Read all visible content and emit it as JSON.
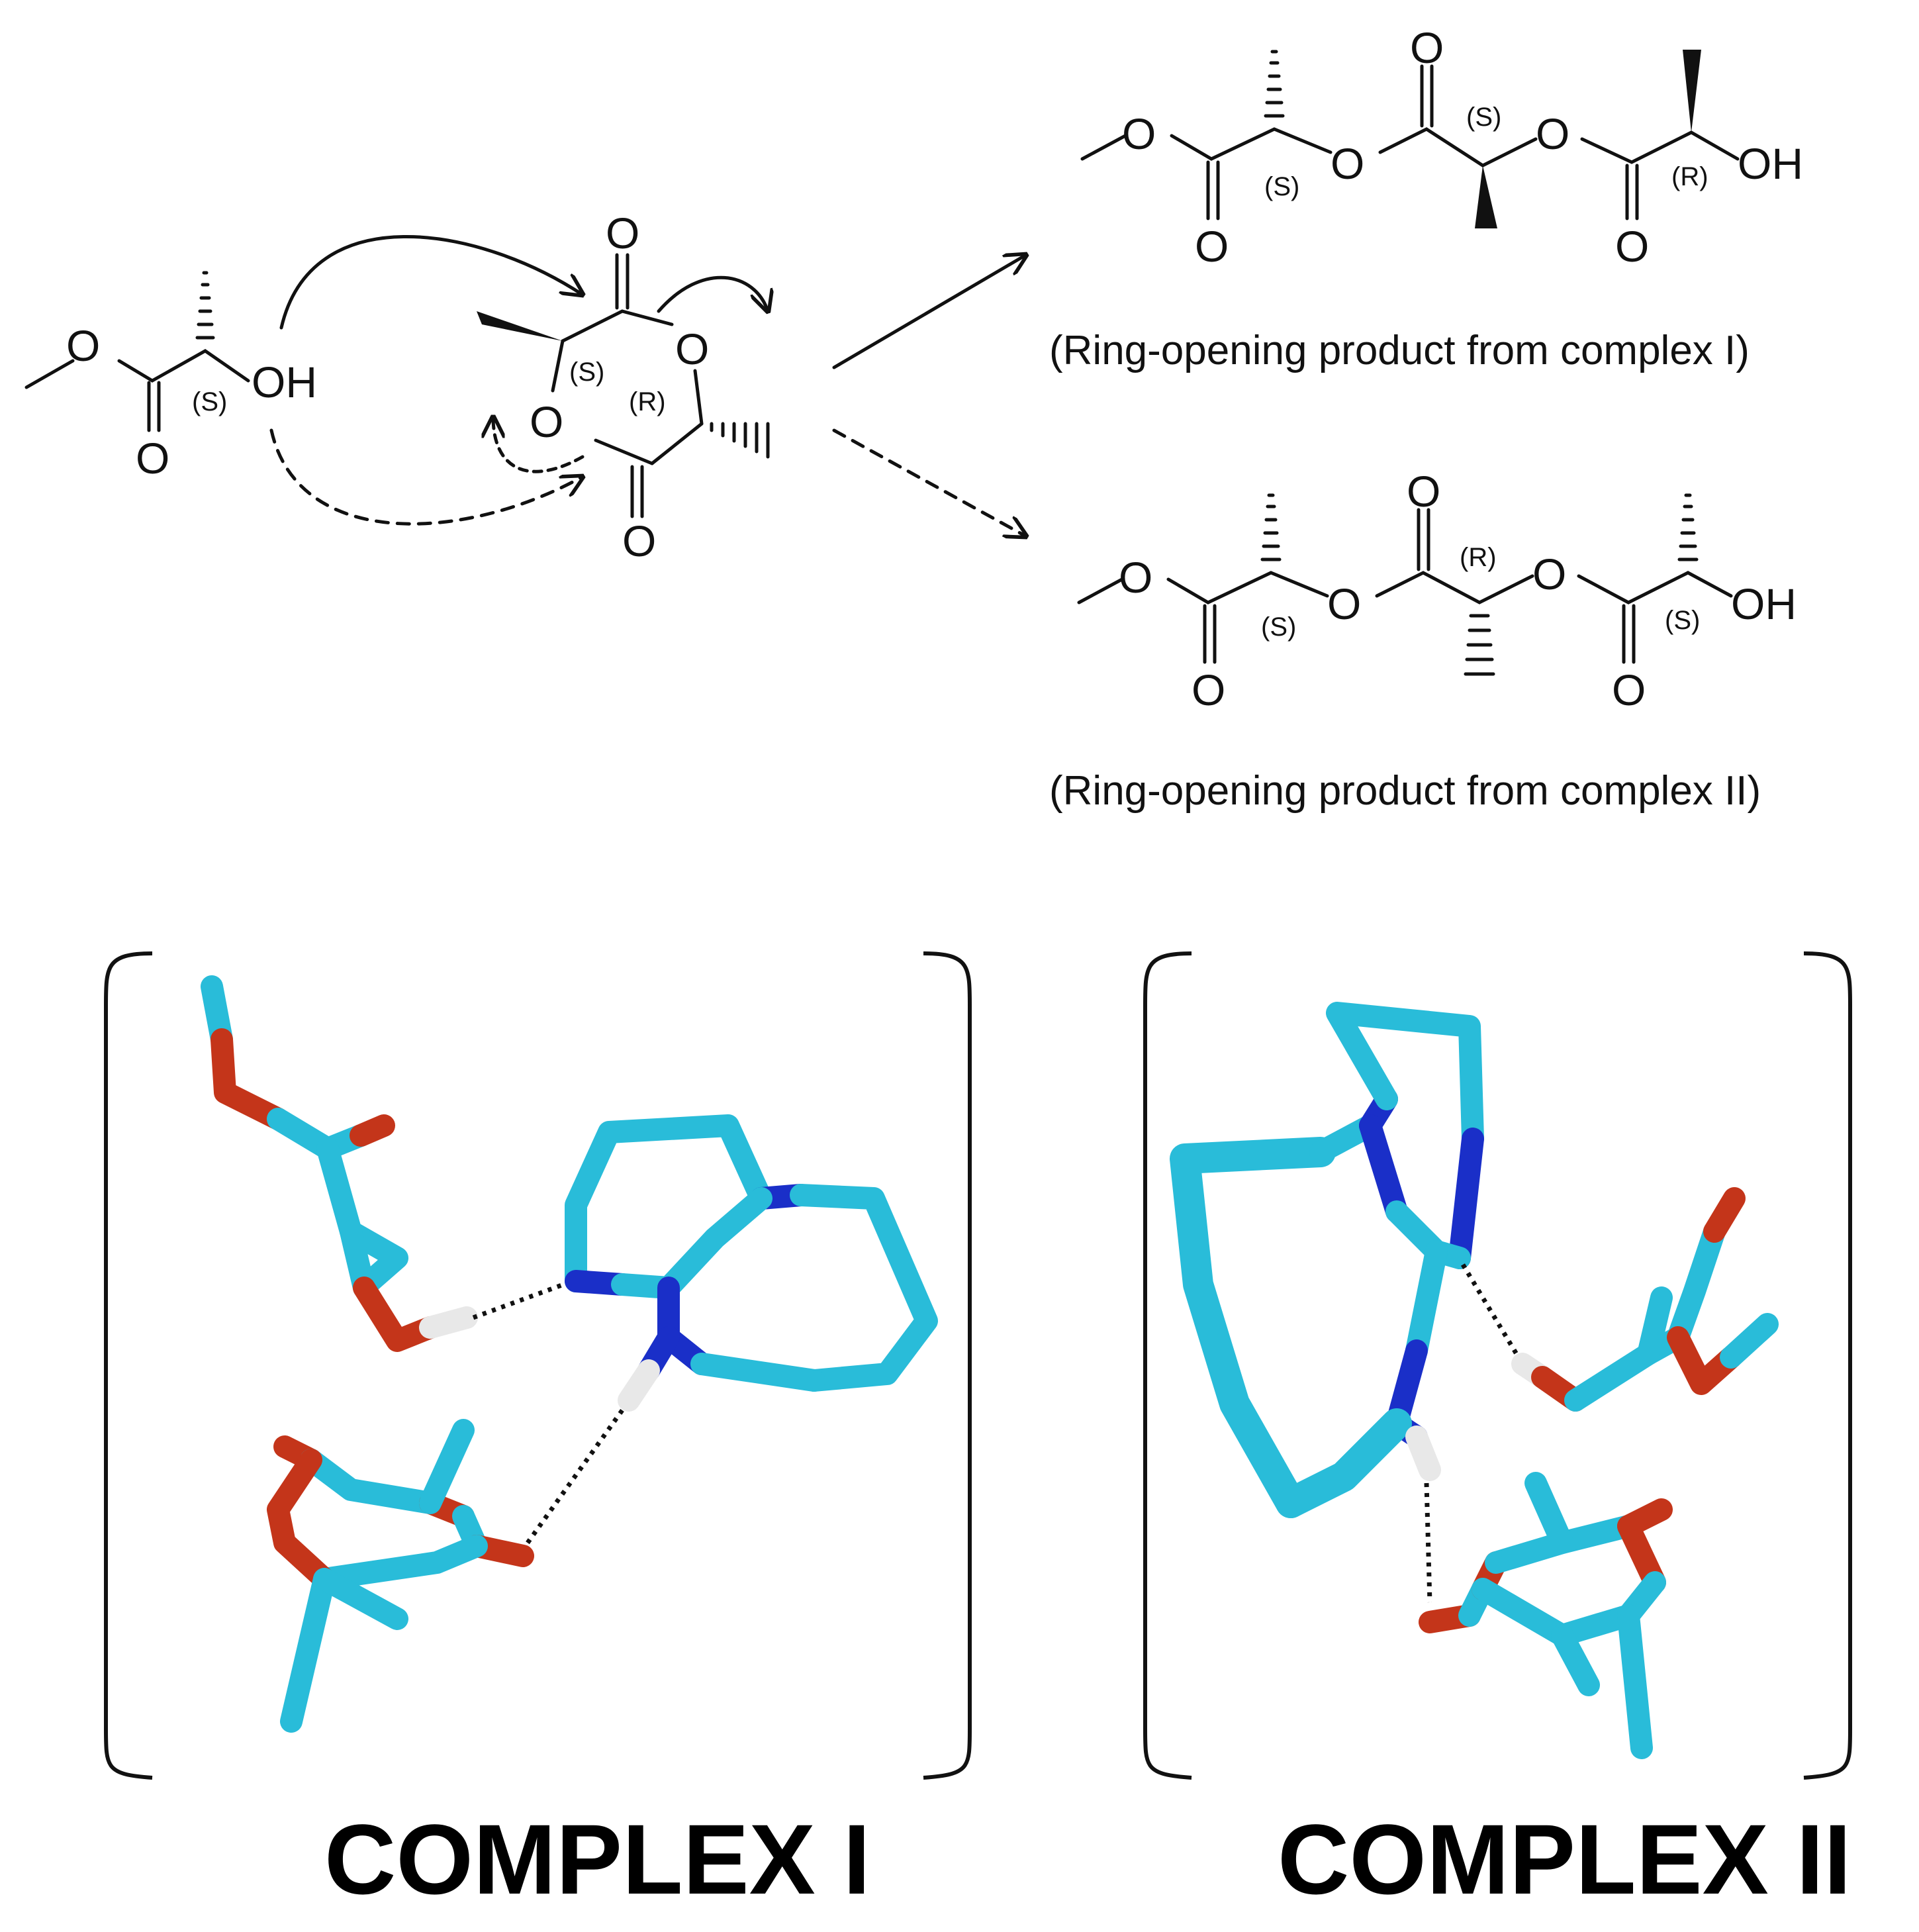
{
  "colors": {
    "carbon": "#29bcd9",
    "oxygen": "#c4351a",
    "nitrogen": "#1a2fc8",
    "hydrogen": "#f2f2f2",
    "ink": "#111111"
  },
  "reactant": {
    "o_label": "O",
    "oh_label": "OH",
    "carbonyl_o": "O",
    "stereo": "(S)"
  },
  "lactide": {
    "o_top": "O",
    "o_ring_right": "O",
    "o_ring_left": "O",
    "o_bottom": "O",
    "stereo_left": "(S)",
    "stereo_right": "(R)"
  },
  "product1": {
    "o1": "O",
    "o_carbonyl1": "O",
    "o_link1": "O",
    "o_carbonyl2": "O",
    "o_link2": "O",
    "o_carbonyl3": "O",
    "oh": "OH",
    "stereo1": "(S)",
    "stereo2": "(S)",
    "stereo3": "(R)",
    "caption": "(Ring-opening product from complex I)"
  },
  "product2": {
    "o1": "O",
    "o_carbonyl1": "O",
    "o_link1": "O",
    "o_carbonyl2": "O",
    "o_link2": "O",
    "o_carbonyl3": "O",
    "oh": "OH",
    "stereo1": "(S)",
    "stereo2": "(R)",
    "stereo3": "(S)",
    "caption": "(Ring-opening product from complex II)"
  },
  "complex1": {
    "title": "COMPLEX I"
  },
  "complex2": {
    "title": "COMPLEX II"
  }
}
